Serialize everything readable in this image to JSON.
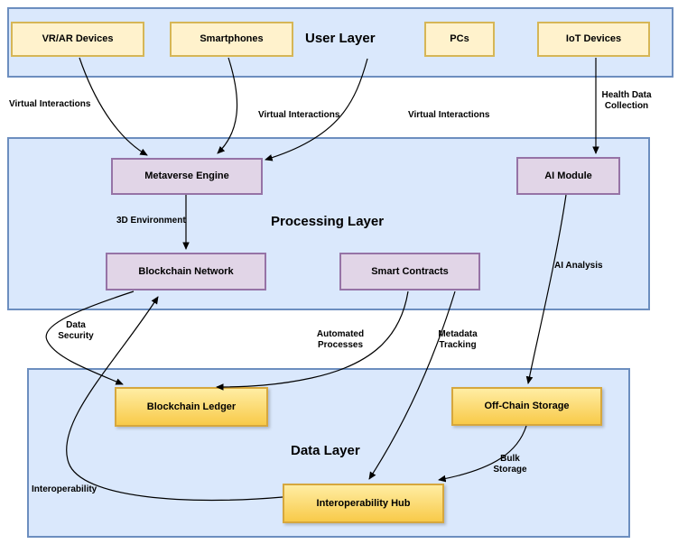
{
  "layers": {
    "user": {
      "title": "User Layer"
    },
    "processing": {
      "title": "Processing Layer"
    },
    "data": {
      "title": "Data Layer"
    }
  },
  "nodes": {
    "vr_ar": {
      "label": "VR/AR Devices"
    },
    "smartphones": {
      "label": "Smartphones"
    },
    "pcs": {
      "label": "PCs"
    },
    "iot": {
      "label": "IoT Devices"
    },
    "metaverse_engine": {
      "label": "Metaverse Engine"
    },
    "ai_module": {
      "label": "AI Module"
    },
    "blockchain_network": {
      "label": "Blockchain Network"
    },
    "smart_contracts": {
      "label": "Smart Contracts"
    },
    "blockchain_ledger": {
      "label": "Blockchain Ledger"
    },
    "off_chain_storage": {
      "label": "Off-Chain Storage"
    },
    "interoperability_hub": {
      "label": "Interoperability Hub"
    }
  },
  "edges": {
    "vr_to_metaverse": {
      "label": "Virtual Interactions"
    },
    "smartphones_to_metaverse": {
      "label": "Virtual Interactions"
    },
    "pcs_to_metaverse": {
      "label": "Virtual Interactions"
    },
    "iot_to_ai": {
      "label": "Health Data\nCollection"
    },
    "metaverse_to_network": {
      "label": "3D Environment"
    },
    "ai_to_offchain": {
      "label": "AI Analysis"
    },
    "network_to_ledger": {
      "label": "Data\nSecurity"
    },
    "contracts_to_ledger": {
      "label": "Automated\nProcesses"
    },
    "contracts_to_hub": {
      "label": "Metadata\nTracking"
    },
    "offchain_to_hub": {
      "label": "Bulk\nStorage"
    },
    "hub_to_network": {
      "label": "Interoperability"
    }
  },
  "colors": {
    "layer_fill": "#dae8fc",
    "layer_border": "#6c8ebf",
    "user_node_fill": "#fff2cc",
    "user_node_border": "#d6b656",
    "processing_node_fill": "#e1d5e7",
    "processing_node_border": "#9673a6",
    "data_node_fill_top": "#ffeda3",
    "data_node_fill_bottom": "#f8ca49",
    "data_node_border": "#d6a73d",
    "edge_color": "#000000"
  }
}
